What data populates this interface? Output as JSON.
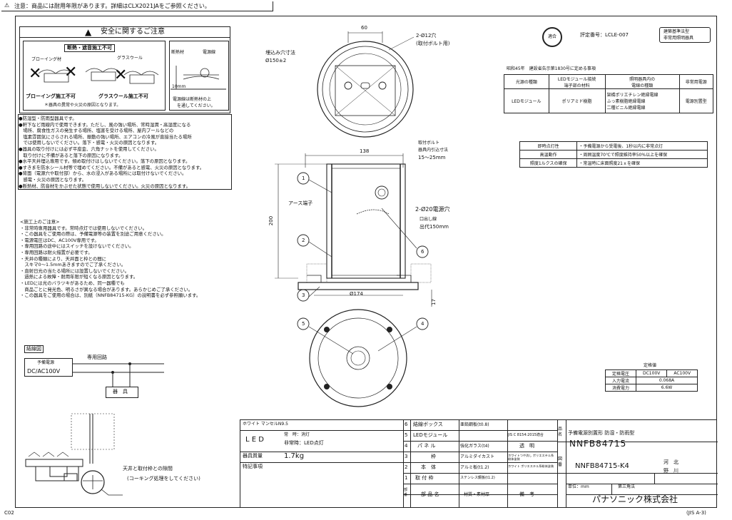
{
  "header": {
    "notice": "注意：商品には耐用年限があります。詳細はCLX2021JAをご参照ください。"
  },
  "footer": {
    "left_code": "C02",
    "right_code": "(JIS A-3)"
  },
  "safety": {
    "title": "安全に関するご注意",
    "illus": {
      "label_main": "断熱・遮音施工不可",
      "label_blowing": "ブローイング材",
      "label_glasswool": "グラスウール",
      "label_blowing_ng": "ブローイング施工不可",
      "label_glasswool_ng": "グラスウール施工不可",
      "label_fire": "＊器具の異常や火災の原因となります。",
      "label_insulation": "断熱材",
      "label_cable": "電源線",
      "label_dist": "10mm",
      "label_note1": "電源線は断熱材の上",
      "label_note2": "を通してください。"
    },
    "items": [
      "●防湿型・防雨型器具です。",
      "●軒下など雨線内で使用できます。ただし、風の強い場所、常時湿潤・高湿度になる",
      "　場所、腐食性ガスの発生する場所、塩害を受ける場所、屋内プールなどの",
      "　塩素雰囲気にさらされる場所、振動の強い場所、エアコンの冷風が直接当たる場所",
      "　では使用しないでください。落下・感電・火災の原因となります。",
      "●器具の取り付けには必ず平座金、六角ナットを使用してください。",
      "　取り付けに不備があると落下の原因になります。",
      "●水平天井埋込専用です。傾め取付けはしないでください。落下の原因となります。",
      "●すきまを防水シール材等で埋めてください。不備があると感電、火災の原因となります。",
      "●背面（電源穴や取付部）から、水の浸入がある場所には取付けないでください。",
      "　感電・火災の原因となります。",
      "●断熱材、防音材をかぶせた状態で使用しないでください。火災の原因となります。"
    ]
  },
  "install": {
    "title": "<施工上のご注意>",
    "items": [
      "・非常時専用器具です。常時点灯では使用しないでください。",
      "・この器具をご使用の際は、予備電源等の装置を別途ご用意ください。",
      "・電源電圧はDC、AC100V専用です。",
      "・専用回路の途中にはスイッチを設けないでください。",
      "・専用回路は耐火措置が必要です。",
      "・天井の種類により、天井面と枠との間に",
      "　スキマ0～1.5mmあきますのでご了承ください。",
      "・直射日光の当たる場所には設置しないでください。",
      "　過熱による故障・耐用年限が短くなる原因となります。",
      "・LEDには光のバラツキがあるため、同一器種でも",
      "　商品ごとに発光色、明るさが異なる場合があります。あらかじめご了承ください。",
      "・この器具をご使用の場合は、別紙（NNFB84715-KG）の説明書を必ず参照願います。"
    ]
  },
  "wiring": {
    "tag": "結線図",
    "circuit": "専用回路",
    "source_line1": "予備電源",
    "source_line2": "DC/AC100V",
    "fixture": "器　具"
  },
  "detail": {
    "gap_line1": "天井と取付枠との隙間",
    "gap_line2": "(コーキング処理をしてください)"
  },
  "drawing": {
    "cutout_line1": "埋込み穴寸法",
    "cutout_line2": "Ø150±2",
    "dim_60": "60",
    "holes_line1": "2-Ø12穴",
    "holes_line2": "(取付ボルト用)",
    "dim_138": "138",
    "bolt_line1": "取付ボルト",
    "bolt_line2": "器具内引込寸法",
    "bolt_line3": "15～25mm",
    "dim_200": "200",
    "earth": "アース端子",
    "power_hole": "2-Ø20電源穴",
    "lead_line1": "口出し線",
    "lead_line2": "出代150mm",
    "dim_174": "Ø174",
    "dim_17": "17",
    "callouts": [
      "1",
      "2",
      "3",
      "4",
      "5",
      "6"
    ]
  },
  "cert": {
    "seal_text": "適合",
    "eval_no": "評定番号：LCLE-007",
    "badge_line1": "建築基準法型",
    "badge_line2": "非常用照明器具",
    "law_title": "昭和45年　建設省告示第1830号に定める事項",
    "table1": {
      "headers": [
        "光源の種類",
        "LEDモジュール接続\n端子部の材料",
        "照明器具内の\n電線の種類",
        "非常用電源"
      ],
      "row": [
        "LEDモジュール",
        "ポリアミド樹脂",
        "架橋ポリエチレン絶縁電線\nふっ素樹脂絶縁電線\n二種ビニル絶縁電線",
        "電源別置型"
      ]
    },
    "table2": [
      [
        "即時点灯性",
        "・予備電源から受電後、1秒以内に非常点灯"
      ],
      [
        "高温動作",
        "・周囲温度70℃で照度維持率50%以上を確保"
      ],
      [
        "照度1ルクスの確保",
        "・常温時に床面照度21ｘを確保"
      ]
    ]
  },
  "ratings": {
    "title": "定格値",
    "rows": [
      [
        "定格電圧",
        "DC100V",
        "AC100V"
      ],
      [
        "入力電流",
        "0.068A",
        ""
      ],
      [
        "消費電力",
        "6.6W",
        ""
      ]
    ]
  },
  "titleblock": {
    "finish": "ホワイト マンセルN9.5",
    "led_label": "L E D",
    "led_normal": "常　時：消灯",
    "led_emergency": "非常時：LED点灯",
    "weight_label": "器具質量",
    "weight_value": "1.7kg",
    "special_label": "特記事項",
    "parts": [
      [
        "6",
        "結線ボックス",
        "亜鉛鋼板(t0.8)",
        ""
      ],
      [
        "5",
        "LEDモジュール",
        "",
        "JIS C 8154:2015適合"
      ],
      [
        "4",
        "パ ネ ル",
        "強化ガラス(t4)",
        "透　明"
      ],
      [
        "3",
        "枠",
        "アルミダイカスト",
        "ホワイトつや消し ポリエステル系粉体塗装"
      ],
      [
        "2",
        "本　体",
        "アルミ板(t1.2)",
        "ホワイト ポリエステル系粉体塗装"
      ],
      [
        "1",
        "取 付 枠",
        "ステンレス鋼板(t1.2)",
        ""
      ]
    ],
    "parts_header": [
      "部番",
      "部 品 名",
      "材質・素材厚",
      "備　考"
    ],
    "name_label": "品名",
    "product_name": "予備電源別置形 防湿・防雨型",
    "product_code": "NNFB84715",
    "drawing_label": "図番",
    "drawing_no": "NNFB84715-K4",
    "sign1": "河　北",
    "sign2": "野　川",
    "unit": "単位：mm",
    "projection": "第三角法",
    "company": "パナソニック株式会社"
  }
}
